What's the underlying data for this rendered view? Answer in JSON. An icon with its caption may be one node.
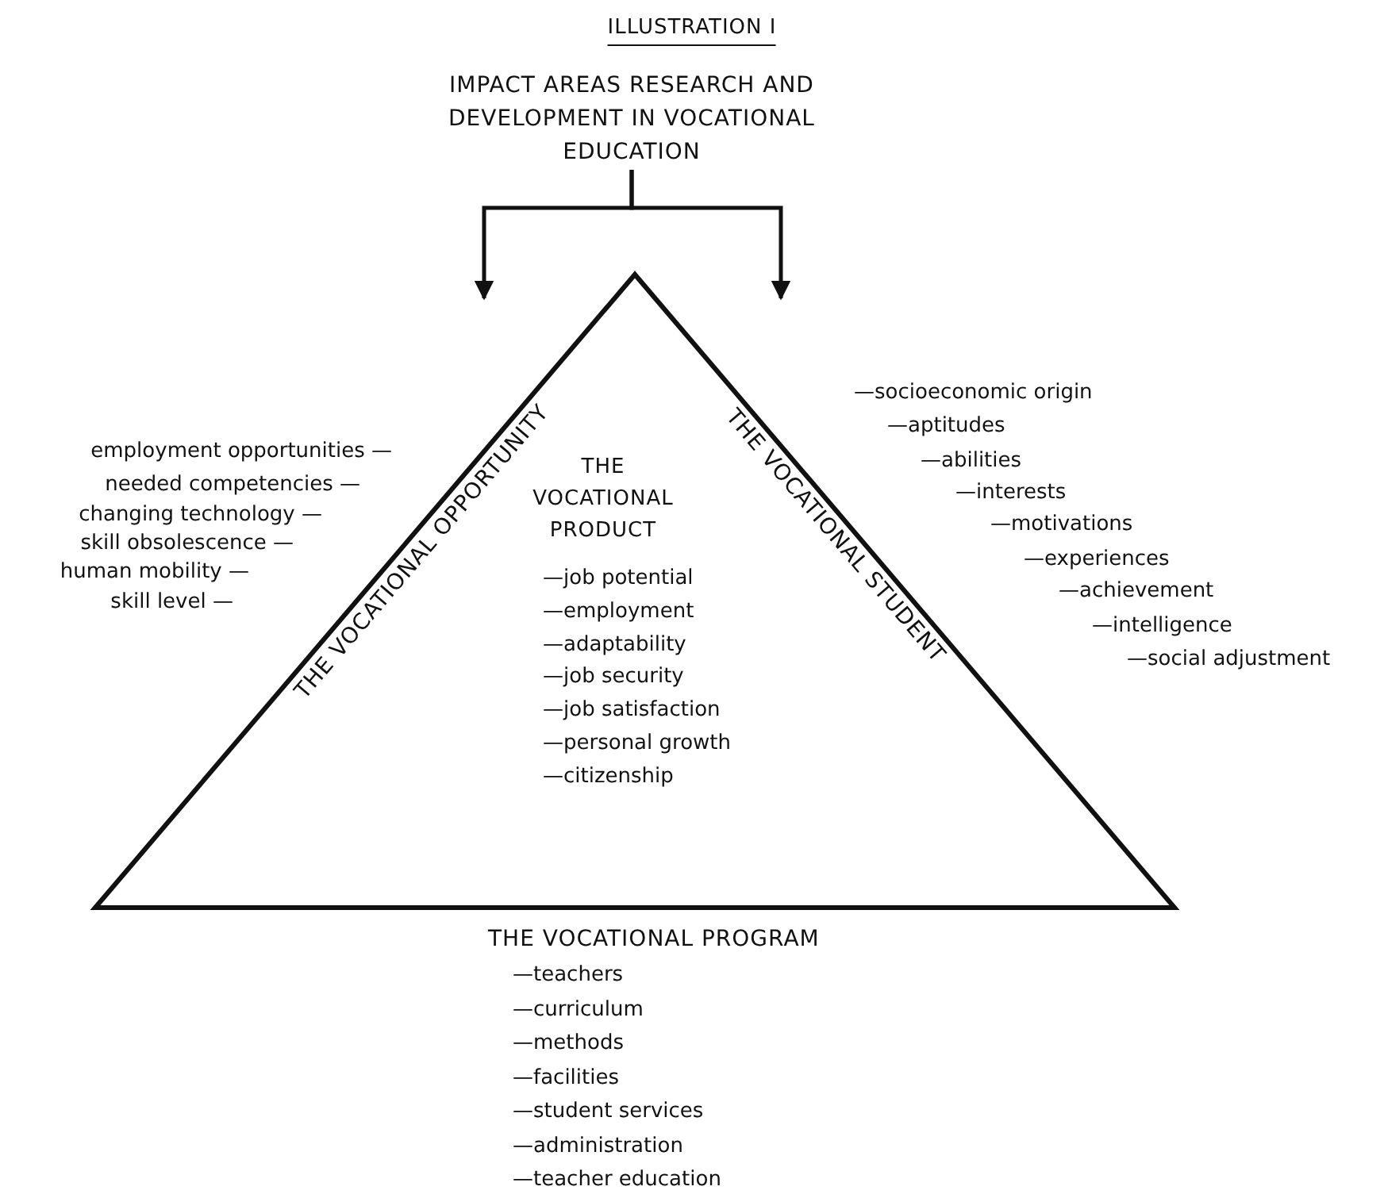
{
  "diagram": {
    "title": "ILLUSTRATION I",
    "nodes": [
      {
        "text": [
          "IMPACT AREAS RESEARCH AND DEVELOPMENT IN VOCATIONAL EDUCATION"
        ]
      },
      {
        "text": [
          "THE VOCATIONAL PRODUCT",
          "—job potential",
          "—employment",
          "—adaptability",
          "—job security",
          "—job satisfaction",
          "—personal growth",
          "—citizenship"
        ]
      }
    ],
    "edges": [
      {
        "from": 0,
        "to": 1,
        "arrow": "to"
      },
      {
        "from": 0,
        "to": 1,
        "arrow": "to"
      }
    ],
    "labels": [
      "THE VOCATIONAL OPPORTUNITY",
      "THE VOCATIONAL STUDENT",
      "employment opportunities —",
      "needed competencies —",
      "changing technology —",
      "skill obsolescence —",
      "human mobility —",
      "skill level —",
      "—socioeconomic origin",
      "—aptitudes",
      "—abilities",
      "—interests",
      "—motivations",
      "—experiences",
      "—achievement",
      "—intelligence",
      "—social adjustment",
      "THE VOCATIONAL PROGRAM",
      "—teachers",
      "—curriculum",
      "—methods",
      "—facilities",
      "—student services",
      "—administration",
      "—teacher education"
    ]
  }
}
